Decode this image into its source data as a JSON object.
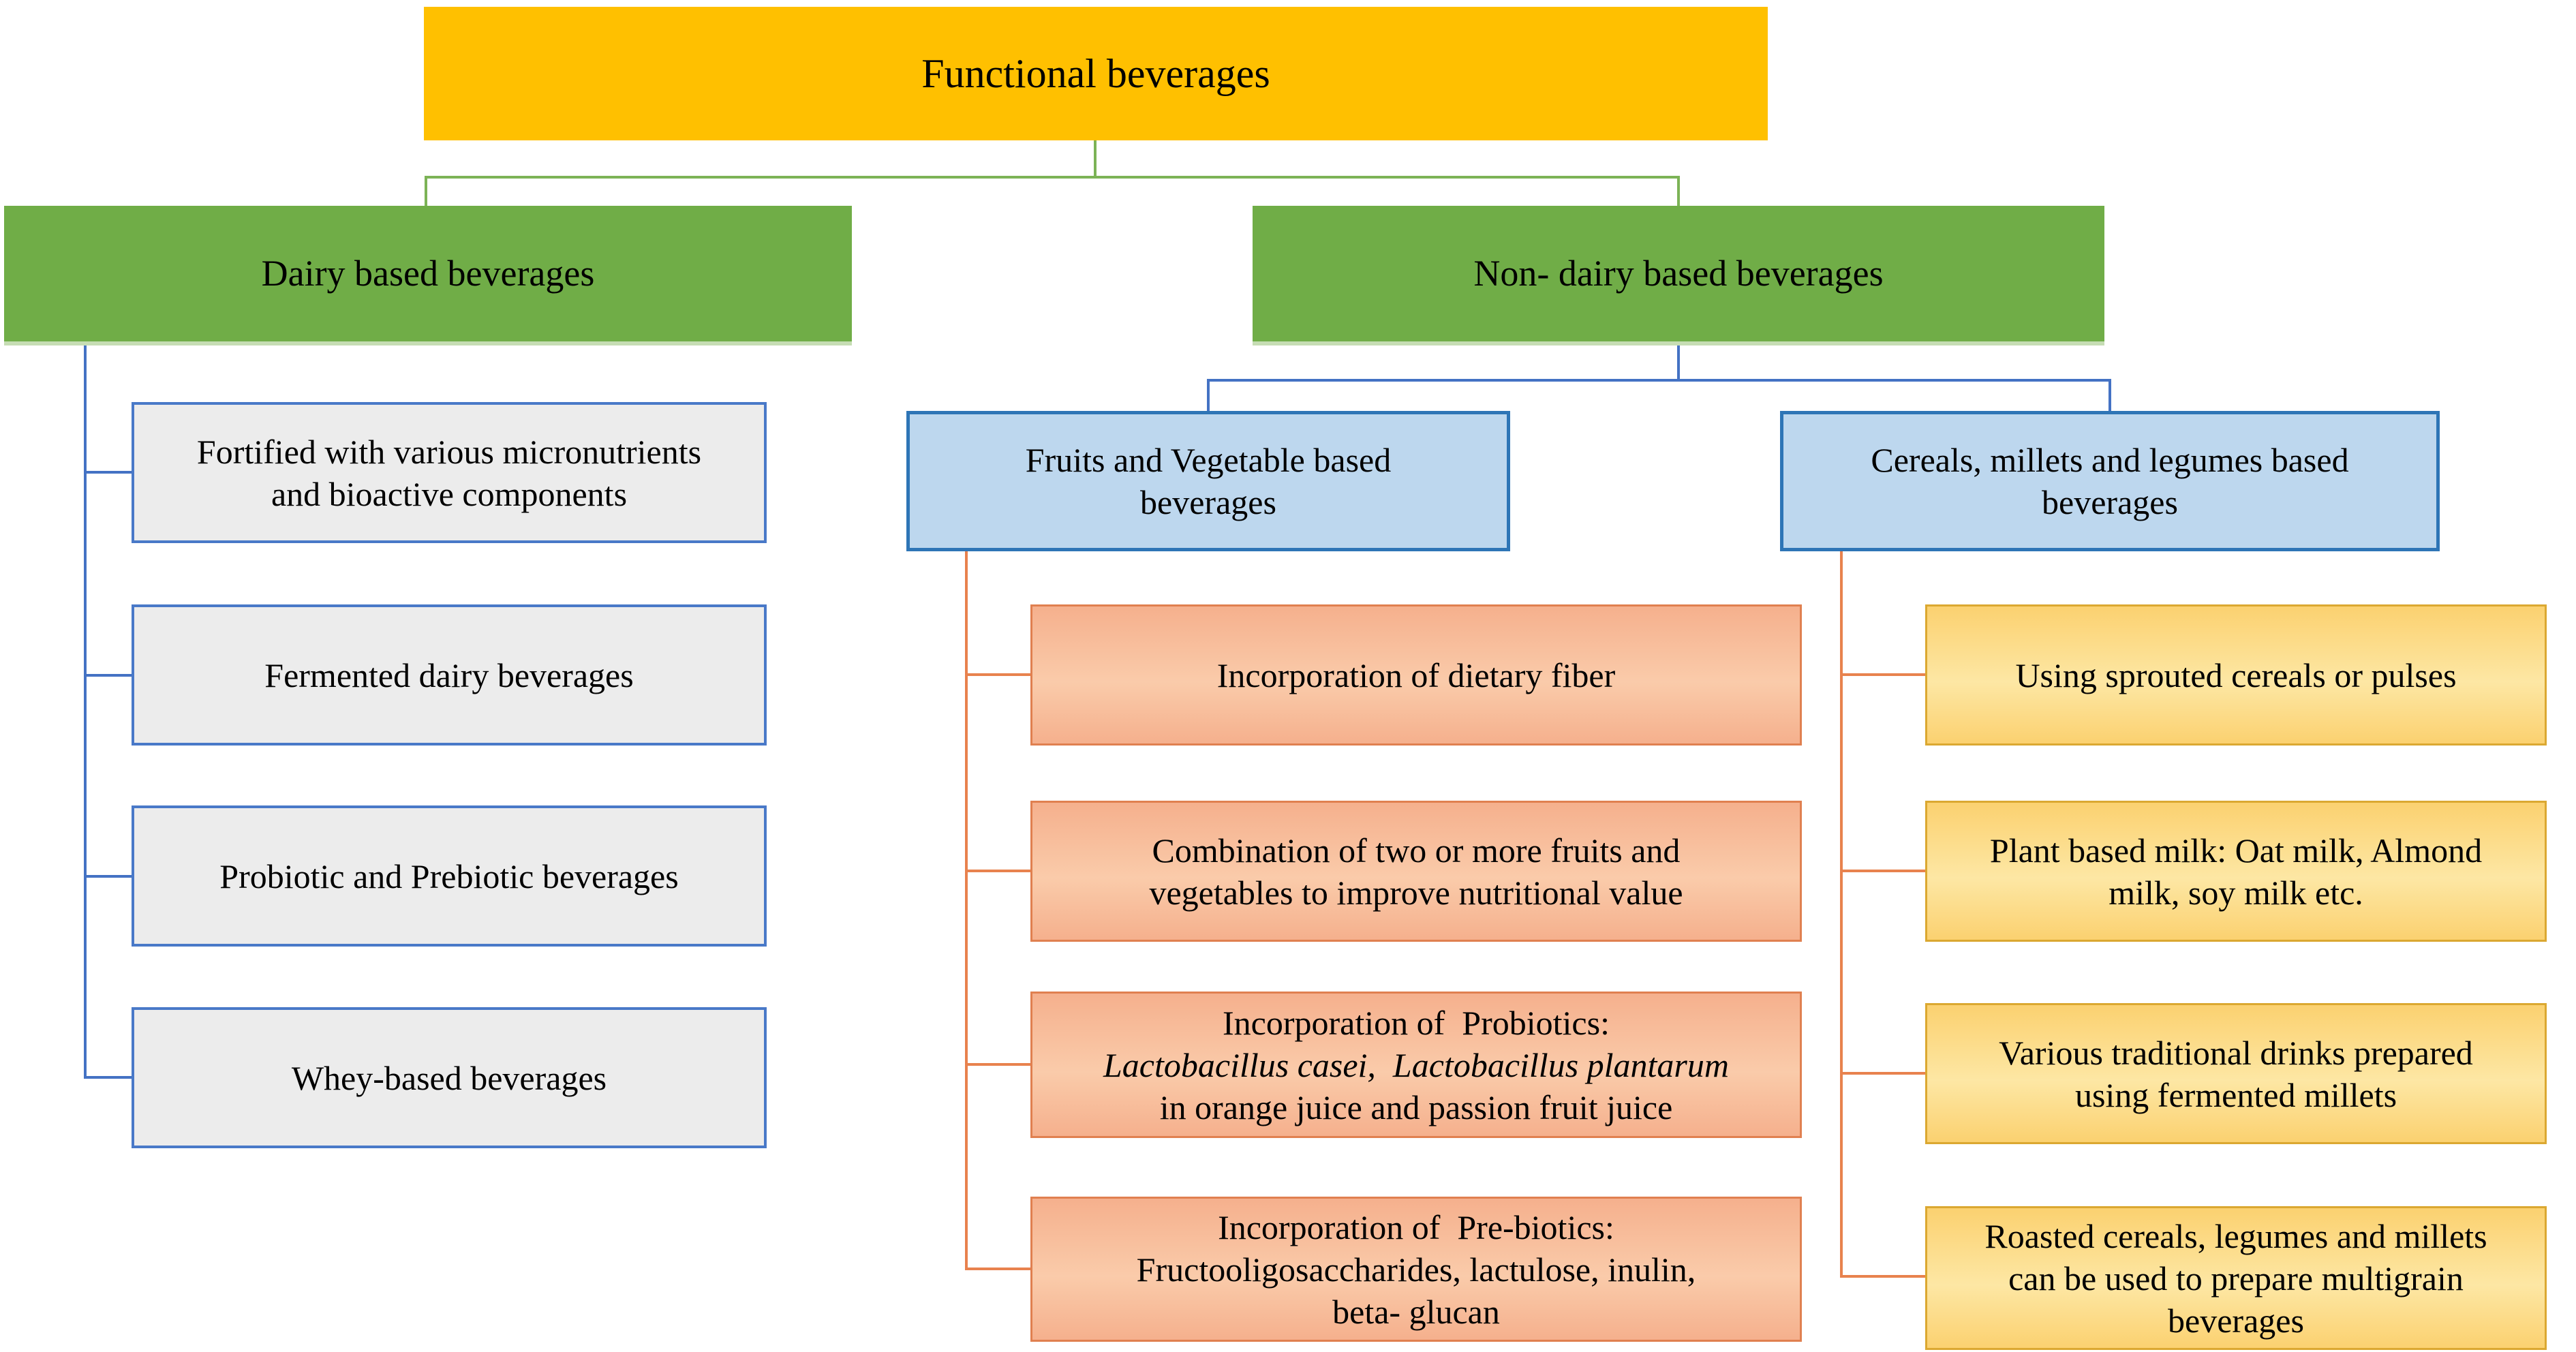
{
  "diagram_title": "Functional beverages",
  "nodes": {
    "title": {
      "lines": [
        {
          "t": "Functional beverages"
        }
      ]
    },
    "dairy": {
      "lines": [
        {
          "t": "Dairy based beverages"
        }
      ]
    },
    "non_dairy": {
      "lines": [
        {
          "t": "Non- dairy based beverages"
        }
      ]
    },
    "dairy_items": [
      {
        "lines": [
          {
            "t": "Fortified with various micronutrients"
          },
          {
            "t": "and bioactive components"
          }
        ]
      },
      {
        "lines": [
          {
            "t": "Fermented dairy beverages"
          }
        ]
      },
      {
        "lines": [
          {
            "t": "Probiotic and Prebiotic beverages"
          }
        ]
      },
      {
        "lines": [
          {
            "t": "Whey-based beverages"
          }
        ]
      }
    ],
    "fruit_veg": {
      "lines": [
        {
          "t": "Fruits and Vegetable based"
        },
        {
          "t": "beverages"
        }
      ]
    },
    "cereals": {
      "lines": [
        {
          "t": "Cereals, millets and legumes based"
        },
        {
          "t": "beverages"
        }
      ]
    },
    "fruit_items": [
      {
        "lines": [
          {
            "t": "Incorporation of dietary fiber"
          }
        ]
      },
      {
        "lines": [
          {
            "t": "Combination of two or more fruits and"
          },
          {
            "t": "vegetables to improve nutritional value"
          }
        ]
      },
      {
        "lines": [
          {
            "t": "Incorporation of  Probiotics:"
          },
          {
            "t": "Lactobacillus casei,  Lactobacillus plantarum",
            "i": true
          },
          {
            "t": "in orange juice and passion fruit juice"
          }
        ]
      },
      {
        "lines": [
          {
            "t": "Incorporation of  Pre-biotics:"
          },
          {
            "t": "Fructooligosaccharides, lactulose, inulin,"
          },
          {
            "t": "beta- glucan"
          }
        ]
      }
    ],
    "cereal_items": [
      {
        "lines": [
          {
            "t": "Using sprouted cereals or pulses"
          }
        ]
      },
      {
        "lines": [
          {
            "t": "Plant based milk: Oat milk, Almond"
          },
          {
            "t": "milk, soy milk etc."
          }
        ]
      },
      {
        "lines": [
          {
            "t": "Various traditional drinks prepared"
          },
          {
            "t": "using fermented millets"
          }
        ]
      },
      {
        "lines": [
          {
            "t": "Roasted cereals, legumes and millets"
          },
          {
            "t": "can be used to prepare multigrain"
          },
          {
            "t": "beverages"
          }
        ]
      }
    ]
  },
  "colors": {
    "text": "#000000",
    "amber": "#FFC000",
    "green": "#70AD47",
    "green-edge": "#C6DDB4",
    "gray-fill": "#ECECEC",
    "gray-border": "#4979C8",
    "blue-fill": "#BDD7EE",
    "blue-border": "#2E75B6",
    "salmon-top": "#F5B08D",
    "salmon-mid": "#FACBAA",
    "salmon-border": "#E08050",
    "gold-top": "#FBD170",
    "gold-mid": "#FDE7A4",
    "gold-border": "#DBA831",
    "line-green": "#7CB356",
    "line-blue": "#4472C4",
    "line-orange": "#E8824E"
  }
}
